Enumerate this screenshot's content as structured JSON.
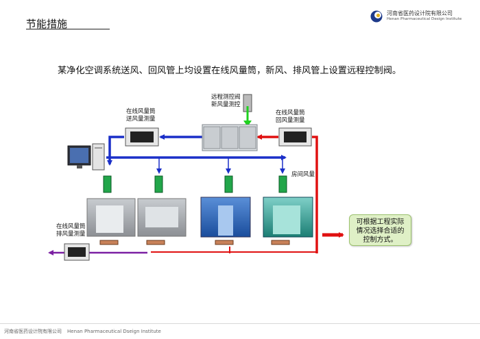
{
  "header": {
    "section_title": "节能措施",
    "org_name_cn": "河南省医药设计院有限公司",
    "org_name_en": "Henan Pharmaceutical Design Institute"
  },
  "headline": "某净化空调系统送风、回风管上均设置在线风量筒，新风、排风管上设置远程控制阀。",
  "diagram": {
    "labels": {
      "remote_valve": [
        "远程测控阀",
        "新风量测控"
      ],
      "supply_meter": [
        "在线风量筒",
        "送风量测量"
      ],
      "return_meter": [
        "在线风量筒",
        "回风量测量"
      ],
      "room_air": "房间风量",
      "exhaust_meter": [
        "在线风量筒",
        "排风量测量"
      ]
    },
    "note": "可根据工程实际情况选择合适的控制方式。",
    "colors": {
      "supply": "#1a2fc8",
      "return": "#e01010",
      "exhaust": "#7b1fa2",
      "fresh_air": "#1fd11f",
      "note_bg": "#dff0c6"
    }
  },
  "footer": {
    "org_cn": "河南省医药设计院有限公司",
    "org_en": "Henan Pharmaceutical Dseign Institute"
  }
}
